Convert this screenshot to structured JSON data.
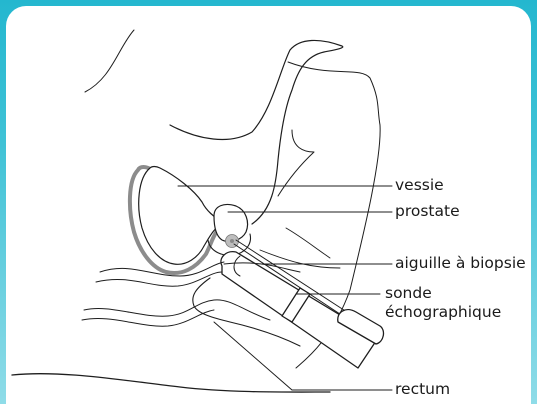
{
  "labels": {
    "vessie": "vessie",
    "prostate": "prostate",
    "aiguille": "aiguille à biopsie",
    "sonde_line1": "sonde",
    "sonde_line2": "échographique",
    "rectum": "rectum"
  },
  "colors": {
    "frame": "#2bbad1",
    "outline": "#1e1e1e",
    "bladder_wall": "#8c8c8c"
  }
}
